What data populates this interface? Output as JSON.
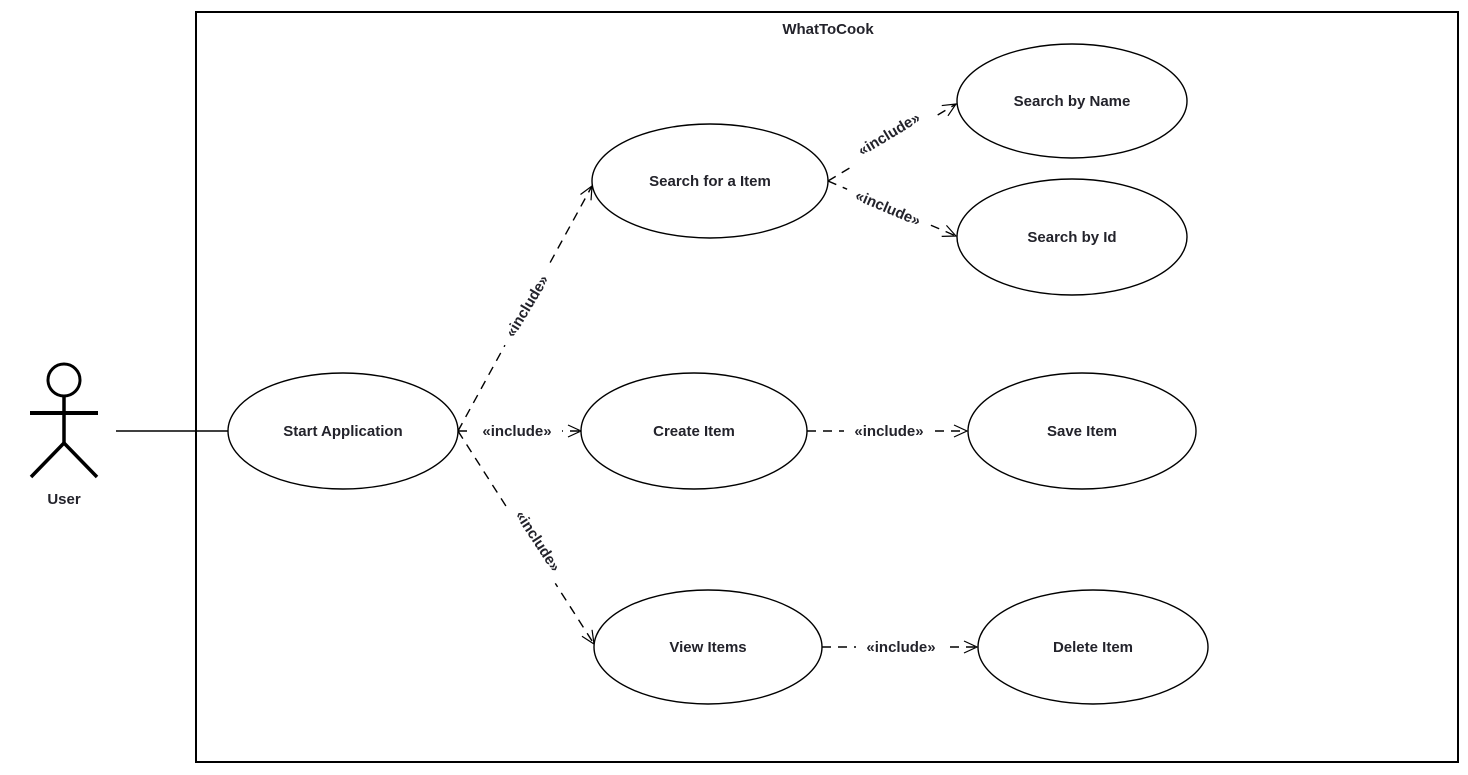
{
  "diagram": {
    "title": "WhatToCook",
    "type": "uml-use-case-diagram"
  },
  "actor": {
    "label": "User"
  },
  "use_cases": [
    {
      "id": "start-application",
      "label": "Start Application"
    },
    {
      "id": "search-for-item",
      "label": "Search for a Item"
    },
    {
      "id": "search-by-name",
      "label": "Search by Name"
    },
    {
      "id": "search-by-id",
      "label": "Search by Id"
    },
    {
      "id": "create-item",
      "label": "Create Item"
    },
    {
      "id": "save-item",
      "label": "Save Item"
    },
    {
      "id": "view-items",
      "label": "View Items"
    },
    {
      "id": "delete-item",
      "label": "Delete Item"
    }
  ],
  "relationships": [
    {
      "from": "User",
      "to": "Start Application",
      "type": "association",
      "label": ""
    },
    {
      "from": "Start Application",
      "to": "Search for a Item",
      "type": "include",
      "label": "«include»"
    },
    {
      "from": "Start Application",
      "to": "Create Item",
      "type": "include",
      "label": "«include»"
    },
    {
      "from": "Start Application",
      "to": "View Items",
      "type": "include",
      "label": "«include»"
    },
    {
      "from": "Search for a Item",
      "to": "Search by Name",
      "type": "include",
      "label": "«include»"
    },
    {
      "from": "Search for a Item",
      "to": "Search by Id",
      "type": "include",
      "label": "«include»"
    },
    {
      "from": "Create Item",
      "to": "Save Item",
      "type": "include",
      "label": "«include»"
    },
    {
      "from": "View Items",
      "to": "Delete Item",
      "type": "include",
      "label": "«include»"
    }
  ],
  "colors": {
    "stroke": "#000000",
    "text": "#23232B",
    "background": "#FFFFFF"
  }
}
